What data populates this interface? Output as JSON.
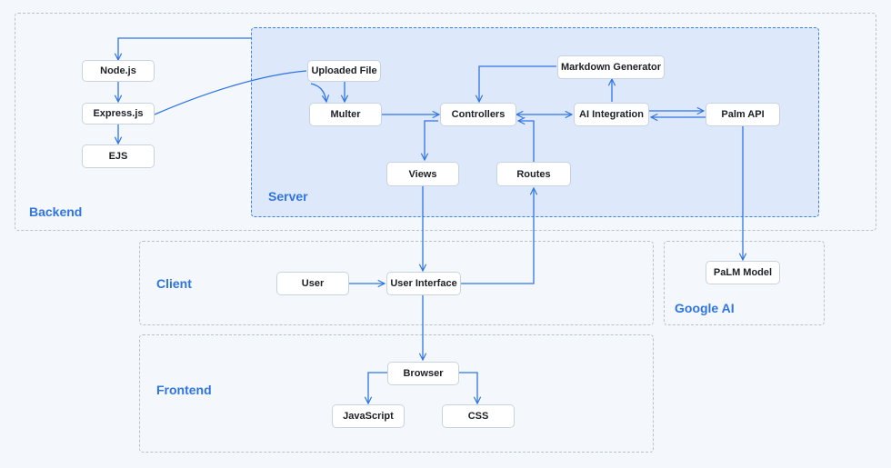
{
  "regions": {
    "backend": "Backend",
    "server": "Server",
    "client": "Client",
    "frontend": "Frontend",
    "google_ai": "Google AI"
  },
  "nodes": {
    "nodejs": "Node.js",
    "expressjs": "Express.js",
    "ejs": "EJS",
    "uploaded_file": "Uploaded File",
    "multer": "Multer",
    "controllers": "Controllers",
    "markdown_generator": "Markdown Generator",
    "ai_integration": "AI Integration",
    "palm_api": "Palm API",
    "views": "Views",
    "routes": "Routes",
    "user": "User",
    "user_interface": "User Interface",
    "palm_model": "PaLM Model",
    "browser": "Browser",
    "javascript": "JavaScript",
    "css": "CSS"
  },
  "colors": {
    "accent": "#2f74e3",
    "server_fill": "#dde9fa",
    "background": "#f4f8fd"
  }
}
